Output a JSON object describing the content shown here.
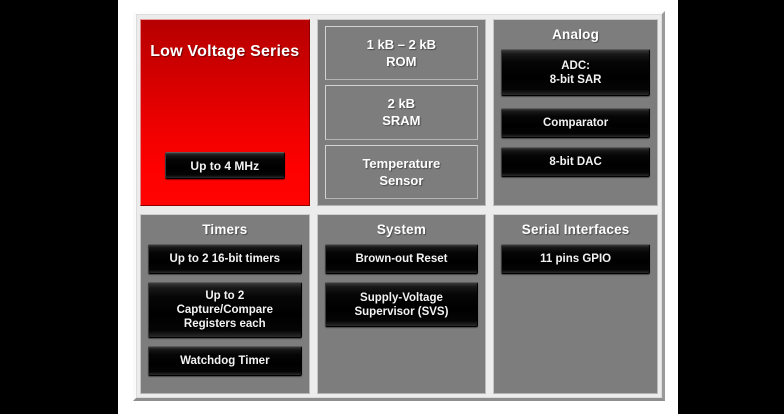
{
  "diagram": {
    "title_block": {
      "title": "Low Voltage Series",
      "speed_label": "Up to 4 MHz",
      "color": "#ff0000"
    },
    "panels": [
      {
        "id": "memory",
        "heading": "",
        "blocks": [
          {
            "label": "1 kB – 2 kB\nROM",
            "line1": "1 kB – 2 kB",
            "line2": "ROM",
            "style": "gray"
          },
          {
            "label": "2 kB\nSRAM",
            "line1": "2 kB",
            "line2": "SRAM",
            "style": "gray"
          },
          {
            "label": "Temperature\nSensor",
            "line1": "Temperature",
            "line2": "Sensor",
            "style": "gray"
          }
        ]
      },
      {
        "id": "analog",
        "heading": "Analog",
        "blocks": [
          {
            "line1": "ADC:",
            "line2": "8-bit SAR",
            "style": "black"
          },
          {
            "line1": "Comparator",
            "line2": "",
            "style": "black"
          },
          {
            "line1": "8-bit DAC",
            "line2": "",
            "style": "black"
          }
        ]
      },
      {
        "id": "timers",
        "heading": "Timers",
        "blocks": [
          {
            "line1": "Up to 2 16-bit timers",
            "line2": "",
            "line3": "",
            "style": "black"
          },
          {
            "line1": "Up to 2",
            "line2": "Capture/Compare",
            "line3": "Registers each",
            "style": "black"
          },
          {
            "line1": "Watchdog Timer",
            "line2": "",
            "line3": "",
            "style": "black"
          }
        ]
      },
      {
        "id": "system",
        "heading": "System",
        "blocks": [
          {
            "line1": "Brown-out Reset",
            "line2": "",
            "style": "black"
          },
          {
            "line1": "Supply-Voltage",
            "line2": "Supervisor (SVS)",
            "style": "black"
          }
        ]
      },
      {
        "id": "serial",
        "heading": "Serial Interfaces",
        "blocks": [
          {
            "line1": "11 pins GPIO",
            "line2": "",
            "style": "black"
          }
        ]
      }
    ],
    "colors": {
      "panel_gray": "#7d7d7d",
      "frame_gray": "#ececec",
      "block_black": "#000000",
      "accent_red": "#ff0000",
      "text_white": "#ffffff",
      "background": "#000000"
    }
  }
}
